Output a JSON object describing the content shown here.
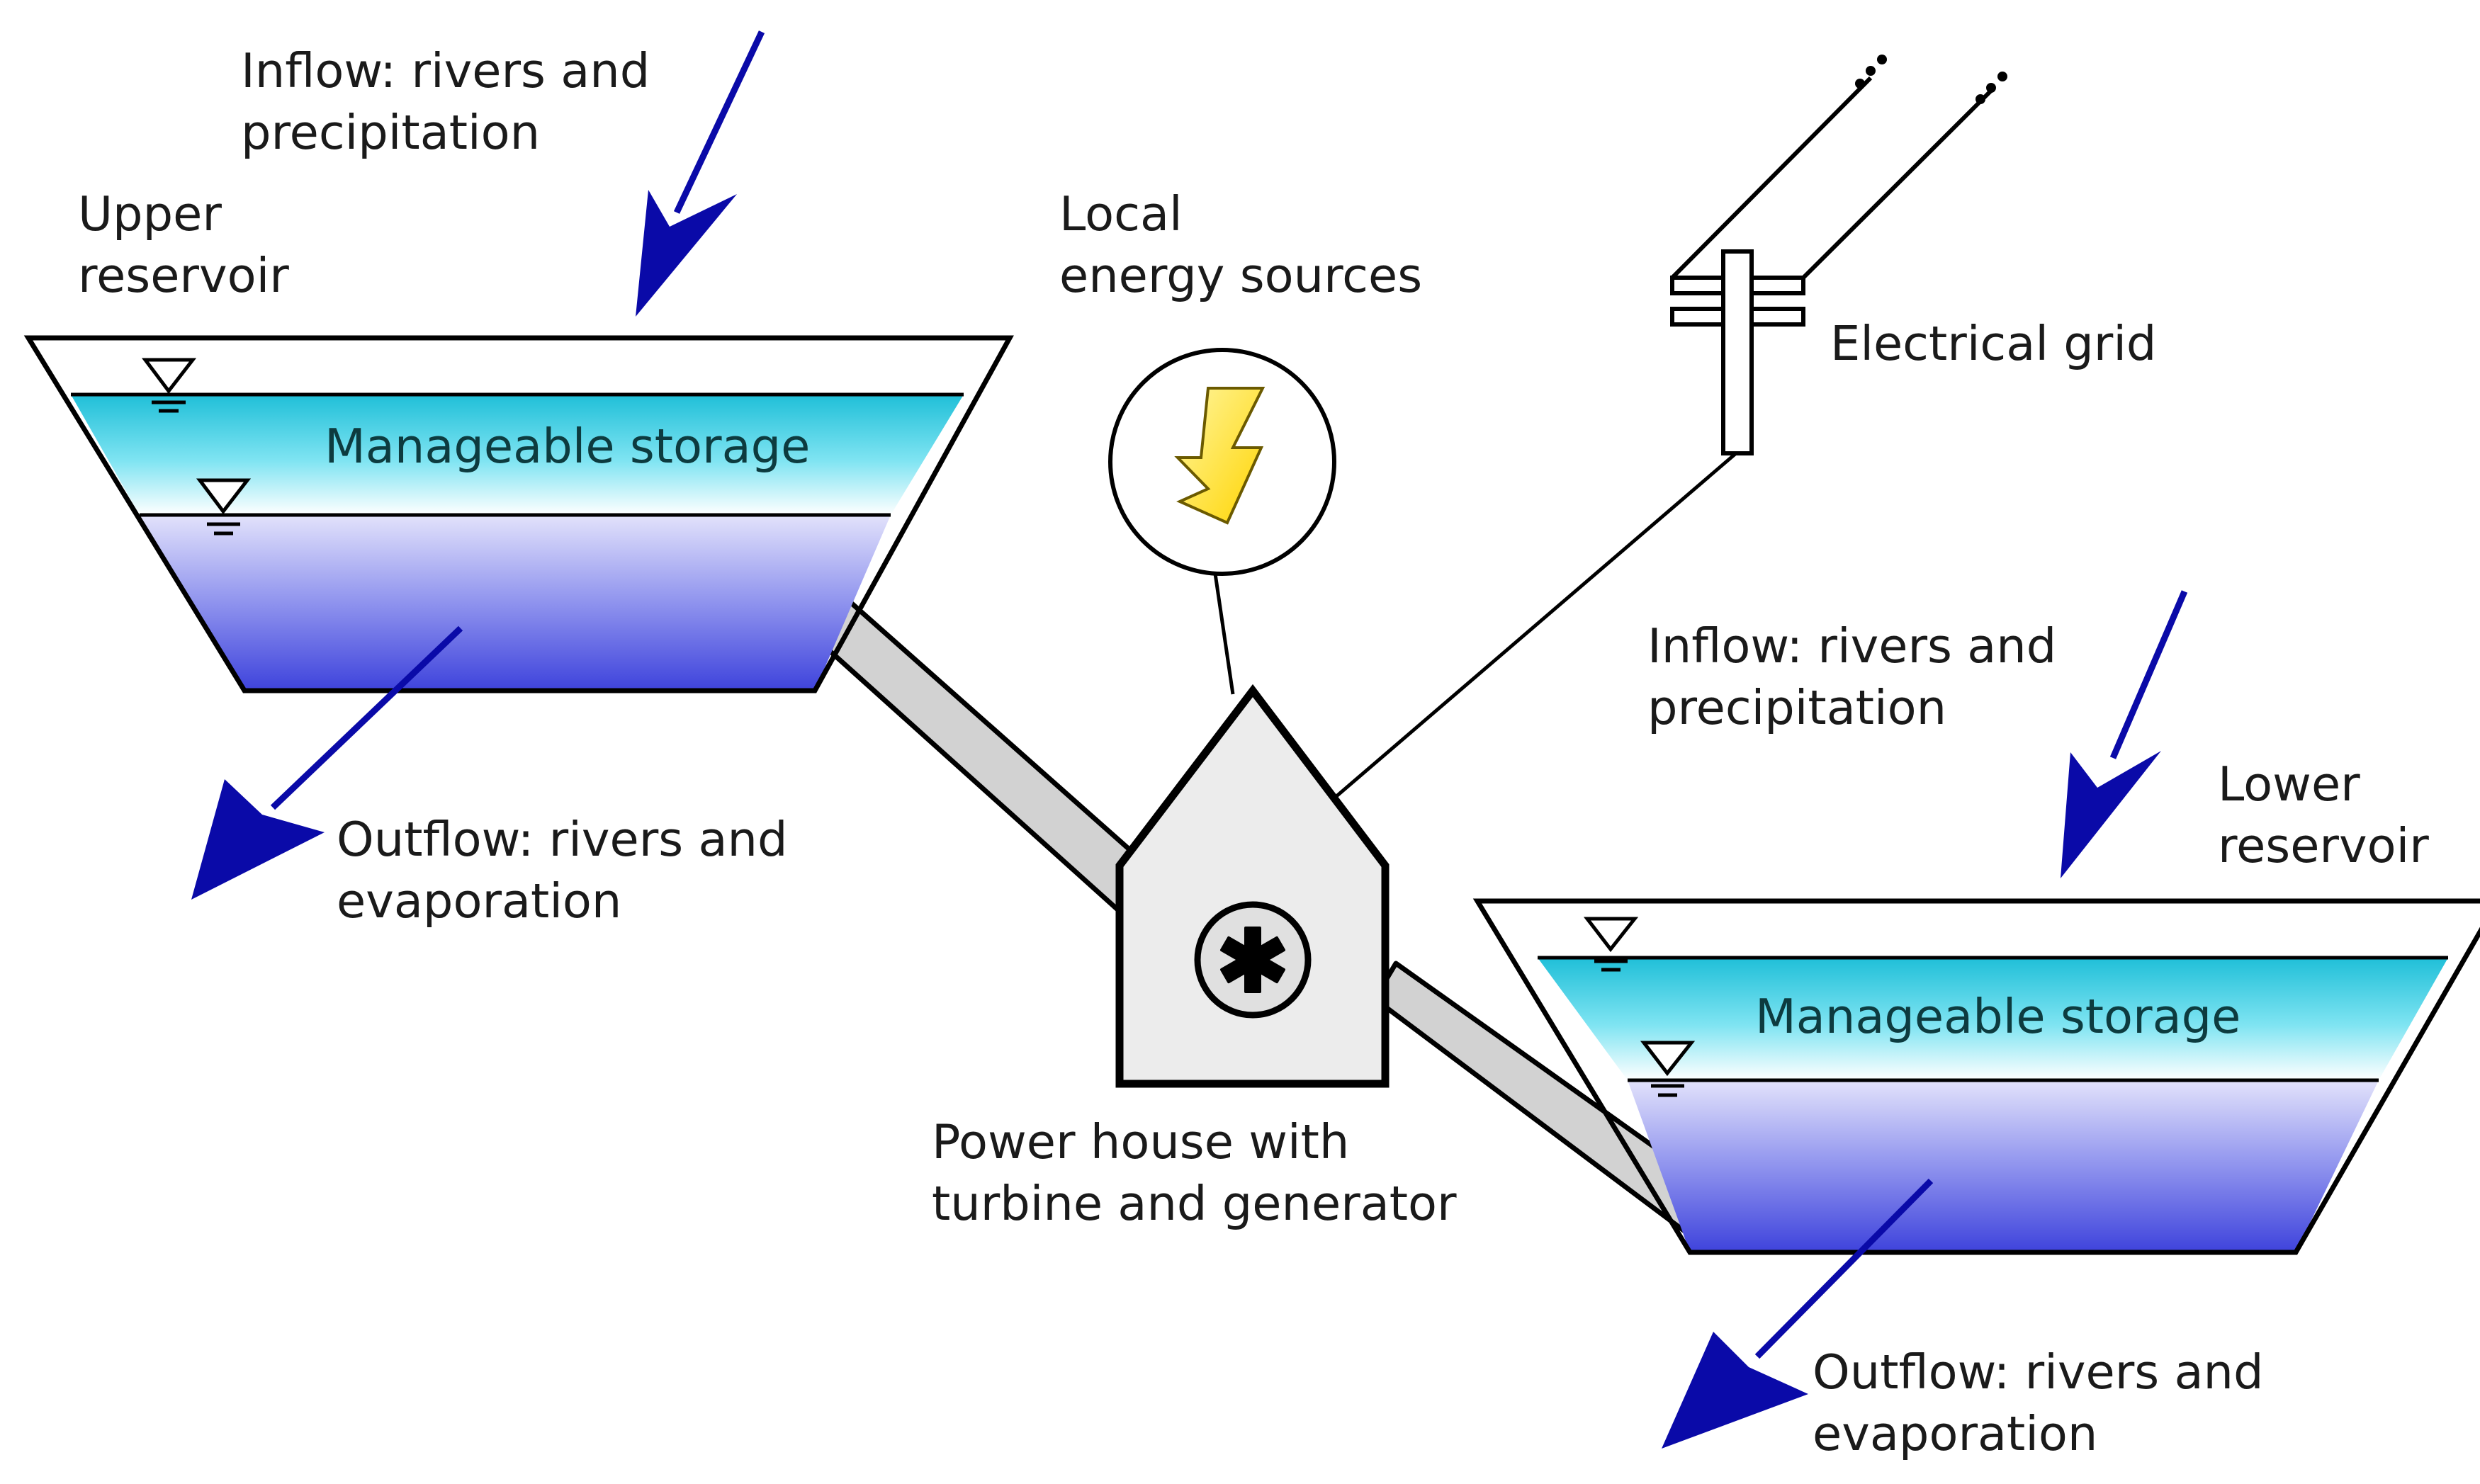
{
  "labels": {
    "upper_inflow_line1": "Inflow: rivers and",
    "upper_inflow_line2": "precipitation",
    "upper_reservoir_line1": "Upper",
    "upper_reservoir_line2": "reservoir",
    "upper_storage": "Manageable storage",
    "upper_outflow_line1": "Outflow: rivers and",
    "upper_outflow_line2": "evaporation",
    "local_energy_line1": "Local",
    "local_energy_line2": "energy sources",
    "electrical_grid": "Electrical grid",
    "lower_inflow_line1": "Inflow: rivers and",
    "lower_inflow_line2": "precipitation",
    "lower_reservoir_line1": "Lower",
    "lower_reservoir_line2": "reservoir",
    "lower_storage": "Manageable storage",
    "power_house_line1": "Power house with",
    "power_house_line2": "turbine and generator",
    "lower_outflow_line1": "Outflow: rivers and",
    "lower_outflow_line2": "evaporation"
  },
  "colors": {
    "arrow": "#0a0aa8",
    "storage_top": "#22c4dc",
    "dead_storage_bottom": "#4a4ee0",
    "penstock": "#d2d2d2",
    "power_house": "#ececec",
    "lightning": "#ffe41a"
  },
  "icons": {
    "turbine": "turbine-icon",
    "lightning": "lightning-icon",
    "water_level": "water-level-icon"
  }
}
